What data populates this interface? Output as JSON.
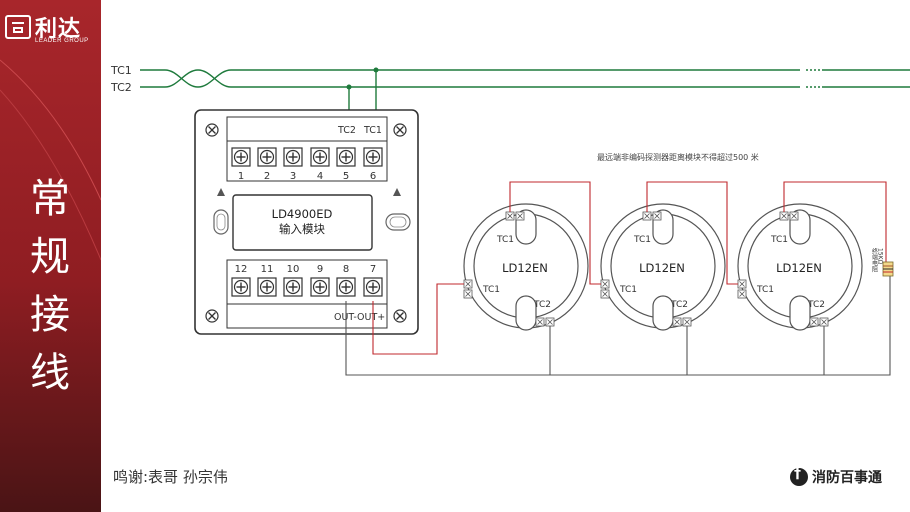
{
  "colors": {
    "sidebar": "#a8262b",
    "bus": "#1e7a3c",
    "signal": "#c0282d",
    "return": "#555555"
  },
  "logo": {
    "name": "利达",
    "sub": "LEADER GROUP"
  },
  "title": [
    "常",
    "规",
    "接",
    "线"
  ],
  "bus": {
    "tc1": "TC1",
    "tc2": "TC2"
  },
  "module": {
    "model": "LD4900ED",
    "name": "输入模块",
    "top_header": [
      "TC2",
      "TC1"
    ],
    "top_terminals": [
      "1",
      "2",
      "3",
      "4",
      "5",
      "6"
    ],
    "bottom_terminals": [
      "12",
      "11",
      "10",
      "9",
      "8",
      "7"
    ],
    "bottom_header": "OUT-OUT+"
  },
  "note": "最远端非编码探测器距离模块不得超过500 米",
  "detectors": [
    {
      "model": "LD12EN",
      "tc1_top": "TC1",
      "tc1_left": "TC1",
      "tc2": "TC2"
    },
    {
      "model": "LD12EN",
      "tc1_top": "TC1",
      "tc1_left": "TC1",
      "tc2": "TC2"
    },
    {
      "model": "LD12EN",
      "tc1_top": "TC1",
      "tc1_left": "TC1",
      "tc2": "TC2"
    }
  ],
  "resistor": {
    "label": "终端电阻",
    "value": "15KΩ"
  },
  "ack": "鸣谢:表哥 孙宗伟",
  "brand": "消防百事通"
}
